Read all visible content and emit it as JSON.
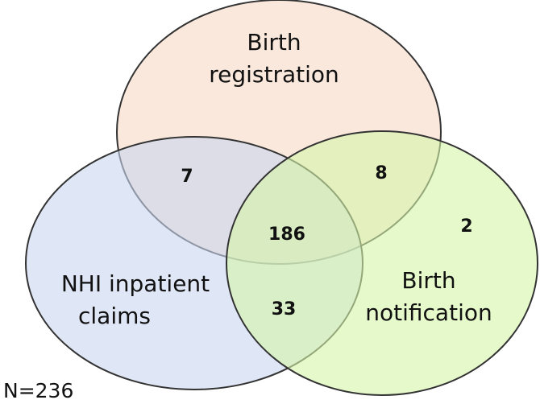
{
  "sets": {
    "birth_registration": {
      "label_line1": "Birth",
      "label_line2": "registration",
      "fill": "#f7d9c4"
    },
    "nhi_inpatient_claims": {
      "label_line1": "NHI inpatient",
      "label_line2": "claims",
      "fill": "#c9d6ee"
    },
    "birth_notification": {
      "label_line1": "Birth",
      "label_line2": "notification",
      "fill": "#d5f5a8"
    }
  },
  "counts": {
    "registration_and_claims": "7",
    "registration_and_notification": "8",
    "all_three": "186",
    "notification_only": "2",
    "claims_and_notification": "33"
  },
  "total": "N=236",
  "outline_color": "#333333"
}
